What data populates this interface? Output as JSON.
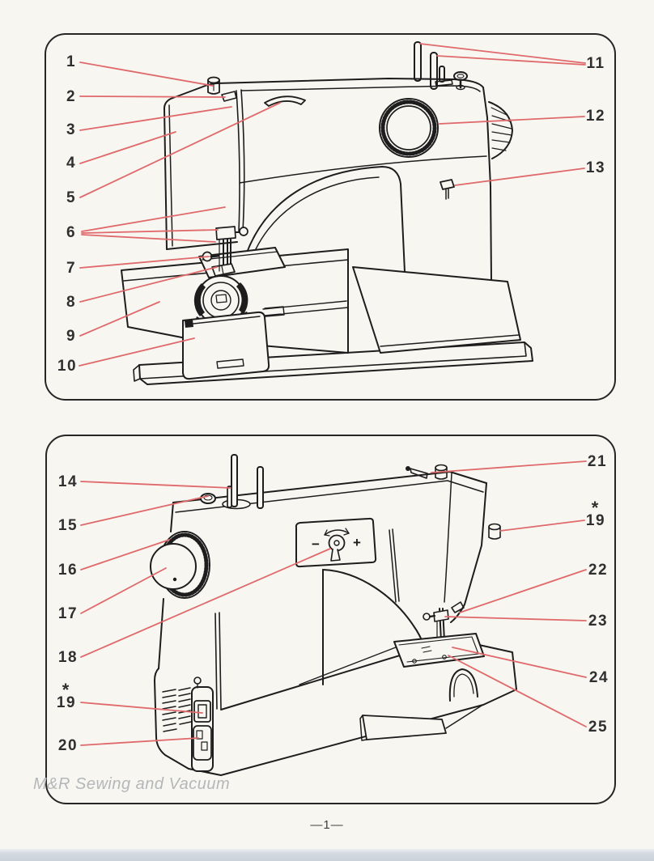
{
  "page": {
    "watermark": "M&R Sewing and Vacuum",
    "page_number": "—1—"
  },
  "colors": {
    "paper": "#f7f6f1",
    "ink": "#1d1d1d",
    "callout_line": "#e0696b",
    "label_ink": "#2f2f2f",
    "watermark_gray": "#b4b7b9",
    "scan_strip": "#ccd2da"
  },
  "front_panel": {
    "description": "sewing machine front view with numbered parts",
    "callouts": [
      {
        "n": "1"
      },
      {
        "n": "2"
      },
      {
        "n": "3"
      },
      {
        "n": "4"
      },
      {
        "n": "5"
      },
      {
        "n": "6"
      },
      {
        "n": "7"
      },
      {
        "n": "8"
      },
      {
        "n": "9"
      },
      {
        "n": "10"
      },
      {
        "n": "11"
      },
      {
        "n": "12"
      },
      {
        "n": "13"
      }
    ]
  },
  "rear_panel": {
    "description": "sewing machine rear view with numbered parts",
    "callouts": [
      {
        "n": "14"
      },
      {
        "n": "15"
      },
      {
        "n": "16"
      },
      {
        "n": "17"
      },
      {
        "n": "18"
      },
      {
        "n": "19",
        "star": "*"
      },
      {
        "n": "20"
      },
      {
        "n": "21"
      },
      {
        "n": "19",
        "star": "*"
      },
      {
        "n": "22"
      },
      {
        "n": "23"
      },
      {
        "n": "24"
      },
      {
        "n": "25"
      }
    ]
  },
  "dial": {
    "minus": "−",
    "plus": "+"
  }
}
